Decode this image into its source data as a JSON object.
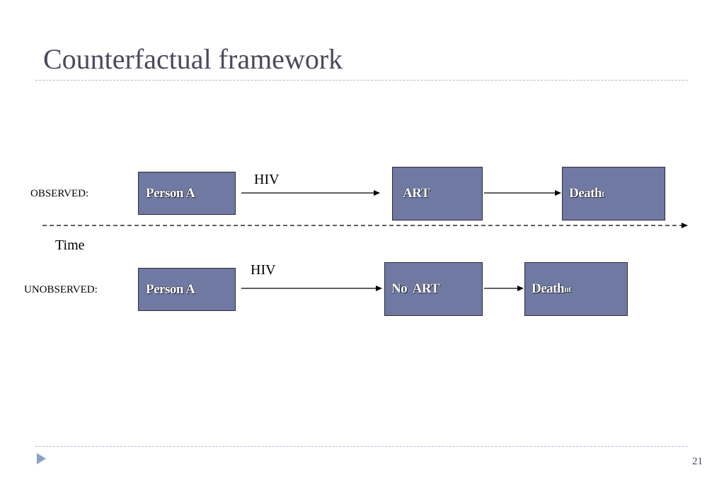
{
  "slide": {
    "title": "Counterfactual framework",
    "page_number": "21"
  },
  "diagram": {
    "time_label": "Time",
    "observed": {
      "label": "OBSERVED:",
      "edge_label": "HIV",
      "nodes": [
        {
          "text": "Person A",
          "sub": ""
        },
        {
          "text": "ART",
          "sub": ""
        },
        {
          "text": "Death",
          "sub": "t"
        }
      ]
    },
    "unobserved": {
      "label": "UNOBSERVED:",
      "edge_label": "HIV",
      "nodes": [
        {
          "text": "Person A",
          "sub": ""
        },
        {
          "text": "No  ART",
          "sub": ""
        },
        {
          "text": "Death",
          "sub": "nt"
        }
      ]
    }
  },
  "colors": {
    "box_fill": "#6f79a1",
    "title_text": "#4a4a5c",
    "rule": "#a9bccf",
    "bullet": "#8ba4c4"
  },
  "icons": {
    "bullet": "triangle-bullet-icon"
  }
}
